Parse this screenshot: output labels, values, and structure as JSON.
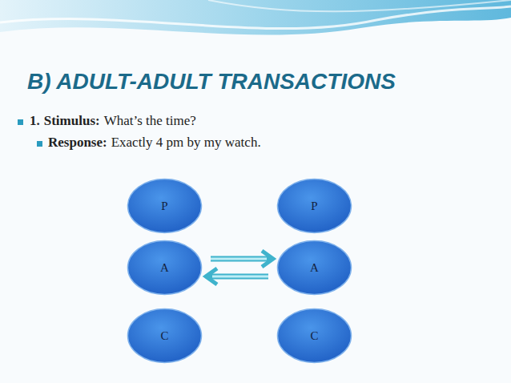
{
  "diagram": {
    "title": "B) ADULT-ADULT TRANSACTIONS",
    "nodes": [
      {
        "text": [
          "P"
        ]
      },
      {
        "text": [
          "P"
        ]
      },
      {
        "text": [
          "A"
        ]
      },
      {
        "text": [
          "A"
        ]
      },
      {
        "text": [
          "C"
        ]
      },
      {
        "text": [
          "C"
        ]
      }
    ],
    "edges": [
      {
        "from": 2,
        "to": 3,
        "arrow": "to"
      },
      {
        "from": 3,
        "to": 2,
        "arrow": "to"
      }
    ],
    "labels": [
      "1.",
      "Stimulus:",
      "What’s the time?",
      "Response:",
      "Exactly 4 pm by my watch."
    ]
  }
}
